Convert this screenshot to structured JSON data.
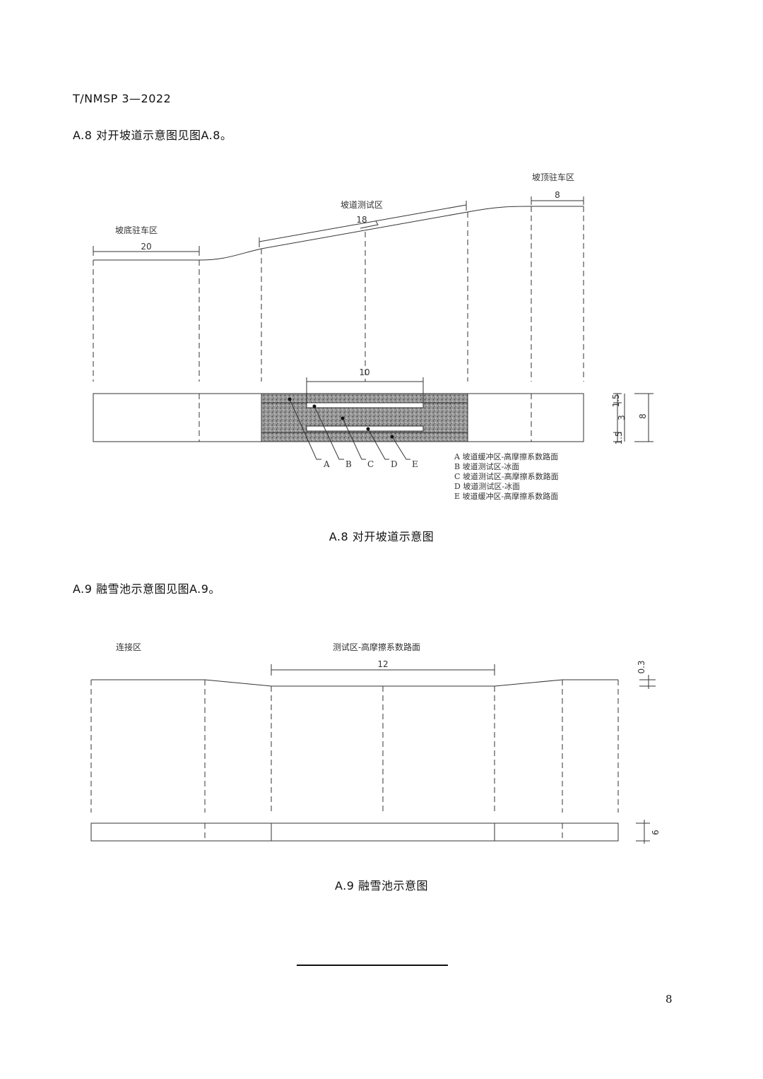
{
  "header": {
    "doc_code": "T/NMSP 3—2022"
  },
  "section_a8": {
    "heading": "A.8 对开坡道示意图见图A.8。",
    "caption": "A.8 对开坡道示意图",
    "zones": {
      "bottom_parking": "坡底驻车区",
      "ramp_test": "坡道测试区",
      "top_parking": "坡顶驻车区"
    },
    "dims": {
      "bottom_len": "20",
      "ramp_len": "18",
      "top_len": "8",
      "test_len": "10",
      "w_1_5_top": "1.5",
      "w_3": "3",
      "w_1_5_bot": "1.5",
      "w_total": "8"
    },
    "callouts": [
      "A",
      "B",
      "C",
      "D",
      "E"
    ],
    "legend": [
      "A 坡道缓冲区-高摩擦系数路面",
      "B 坡道测试区-冰面",
      "C 坡道测试区-高摩擦系数路面",
      "D 坡道测试区-冰面",
      "E 坡道缓冲区-高摩擦系数路面"
    ]
  },
  "section_a9": {
    "heading": "A.9 融雪池示意图见图A.9。",
    "caption": "A.9 融雪池示意图",
    "zones": {
      "connect": "连接区",
      "test": "测试区-高摩擦系数路面"
    },
    "dims": {
      "test_len": "12",
      "depth": "0.3",
      "width": "6"
    }
  },
  "footer": {
    "page_number": "8"
  },
  "colors": {
    "ink": "#111111",
    "drawing": "#333333",
    "hatch": "#555555"
  }
}
